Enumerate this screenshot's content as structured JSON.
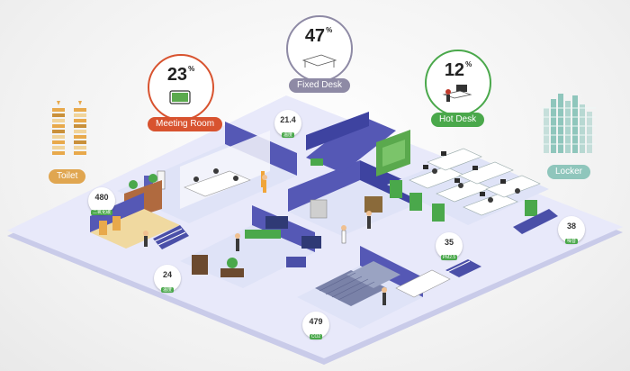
{
  "kpis": {
    "meeting_room": {
      "value": "23",
      "unit": "%",
      "label": "Meeting Room",
      "color": "#d8532f"
    },
    "fixed_desk": {
      "value": "47",
      "unit": "%",
      "label": "Fixed Desk",
      "color": "#8e8aa5"
    },
    "hot_desk": {
      "value": "12",
      "unit": "%",
      "label": "Hot Desk",
      "color": "#4aa84b"
    }
  },
  "side_labels": {
    "toilet": {
      "label": "Toilet",
      "color": "#e0a650"
    },
    "locker": {
      "label": "Locker",
      "color": "#8fc6bc"
    }
  },
  "sensors": [
    {
      "id": "s1",
      "value": "21.4",
      "unit": "温度",
      "icon": "temperature-icon"
    },
    {
      "id": "s2",
      "value": "480",
      "unit": "二氧化碳",
      "icon": "co2-icon"
    },
    {
      "id": "s3",
      "value": "24",
      "unit": "温度",
      "icon": "temperature-icon"
    },
    {
      "id": "s4",
      "value": "35",
      "unit": "PM2.5",
      "icon": "pm25-icon"
    },
    {
      "id": "s5",
      "value": "38",
      "unit": "噪音",
      "icon": "noise-icon"
    },
    {
      "id": "s6",
      "value": "479",
      "unit": "CO2",
      "icon": "co2-icon"
    }
  ]
}
